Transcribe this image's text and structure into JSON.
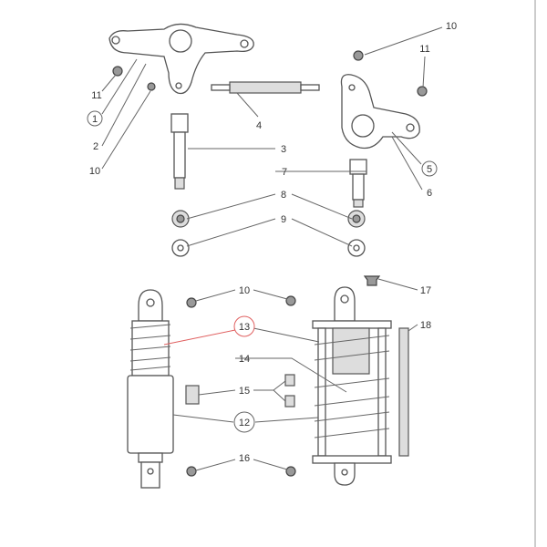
{
  "diagram": {
    "title": "Suspension parts exploded view",
    "callouts": [
      {
        "id": "c10a",
        "label": "10",
        "circled": false
      },
      {
        "id": "c11a",
        "label": "11",
        "circled": false
      },
      {
        "id": "c11b",
        "label": "11",
        "circled": false
      },
      {
        "id": "c1",
        "label": "1",
        "circled": true
      },
      {
        "id": "c2",
        "label": "2",
        "circled": false
      },
      {
        "id": "c10b",
        "label": "10",
        "circled": false
      },
      {
        "id": "c4",
        "label": "4",
        "circled": false
      },
      {
        "id": "c3",
        "label": "3",
        "circled": false
      },
      {
        "id": "c7",
        "label": "7",
        "circled": false
      },
      {
        "id": "c8",
        "label": "8",
        "circled": false
      },
      {
        "id": "c9",
        "label": "9",
        "circled": false
      },
      {
        "id": "c5",
        "label": "5",
        "circled": true
      },
      {
        "id": "c6",
        "label": "6",
        "circled": false
      },
      {
        "id": "c10c",
        "label": "10",
        "circled": false
      },
      {
        "id": "c17",
        "label": "17",
        "circled": false
      },
      {
        "id": "c13",
        "label": "13",
        "circled": true
      },
      {
        "id": "c18",
        "label": "18",
        "circled": false
      },
      {
        "id": "c14",
        "label": "14",
        "circled": false
      },
      {
        "id": "c15",
        "label": "15",
        "circled": false
      },
      {
        "id": "c12",
        "label": "12",
        "circled": true
      },
      {
        "id": "c16",
        "label": "16",
        "circled": false
      }
    ],
    "colors": {
      "line": "#666666",
      "highlight": "#e06060"
    }
  }
}
